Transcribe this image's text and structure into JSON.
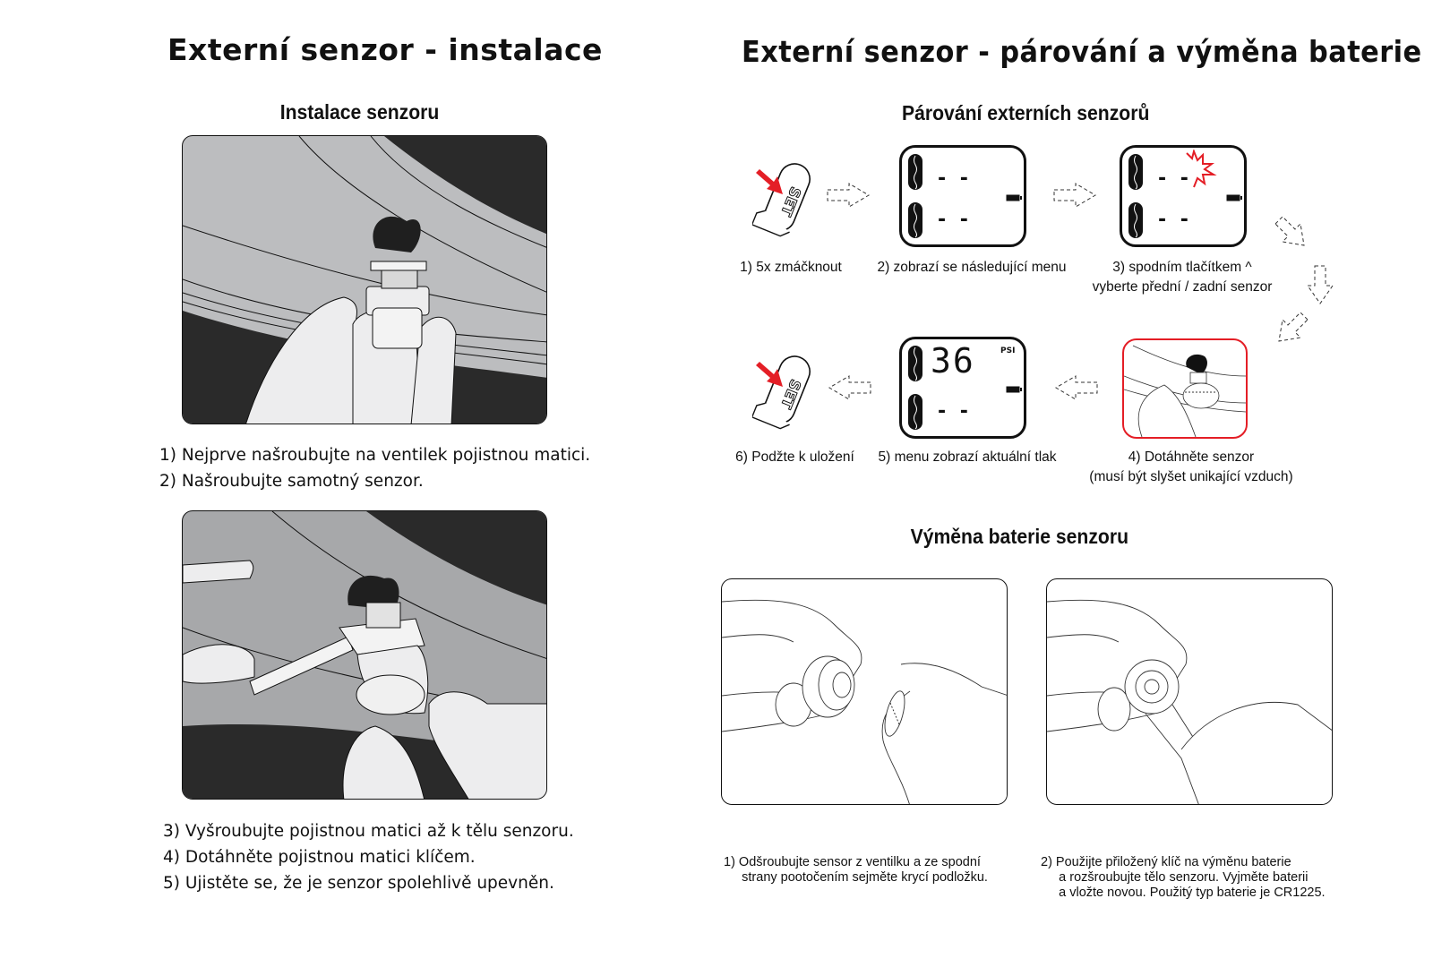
{
  "left": {
    "title": "Externí senzor - instalace",
    "subtitle": "Instalace senzoru",
    "steps_a": [
      "1) Nejprve našroubujte na ventilek pojistnou matici.",
      "2) Našroubujte samotný senzor."
    ],
    "steps_b": [
      "3) Vyšroubujte pojistnou matici až k tělu senzoru.",
      "4) Dotáhněte pojistnou matici klíčem.",
      "5) Ujistěte se, že je senzor spolehlivě upevněn."
    ]
  },
  "right": {
    "title": "Externí senzor - párování a výměna baterie",
    "pairing": {
      "subtitle": "Párování externích senzorů",
      "set_label": "SET",
      "display_unit": "PSI",
      "display_value": "36",
      "display_placeholder": "- -",
      "captions": {
        "step1": "1) 5x zmáčknout",
        "step2": "2) zobrazí se následující menu",
        "step3_line1": "3) spodním tlačítkem ^",
        "step3_line2": "vyberte přední / zadní senzor",
        "step4_line1": "4) Dotáhněte senzor",
        "step4_line2": "(musí být slyšet unikající vzduch)",
        "step5": "5) menu zobrazí aktuální tlak",
        "step6": "6) Podžte k uložení"
      }
    },
    "battery": {
      "subtitle": "Výměna baterie senzoru",
      "caption1": "1) Odšroubujte sensor z ventilku a ze spodní\n     strany pootočením sejměte krycí podložku.",
      "caption2": "2) Použijte přiložený klíč na výměnu baterie\n     a rozšroubujte tělo senzoru. Vyjměte baterii\n     a vložte novou. Použitý typ baterie je CR1225."
    }
  },
  "colors": {
    "accent_red": "#e41e26",
    "dark": "#2a2a2a",
    "rim_gray": "#bcbdbf",
    "skin": "#ededee"
  }
}
